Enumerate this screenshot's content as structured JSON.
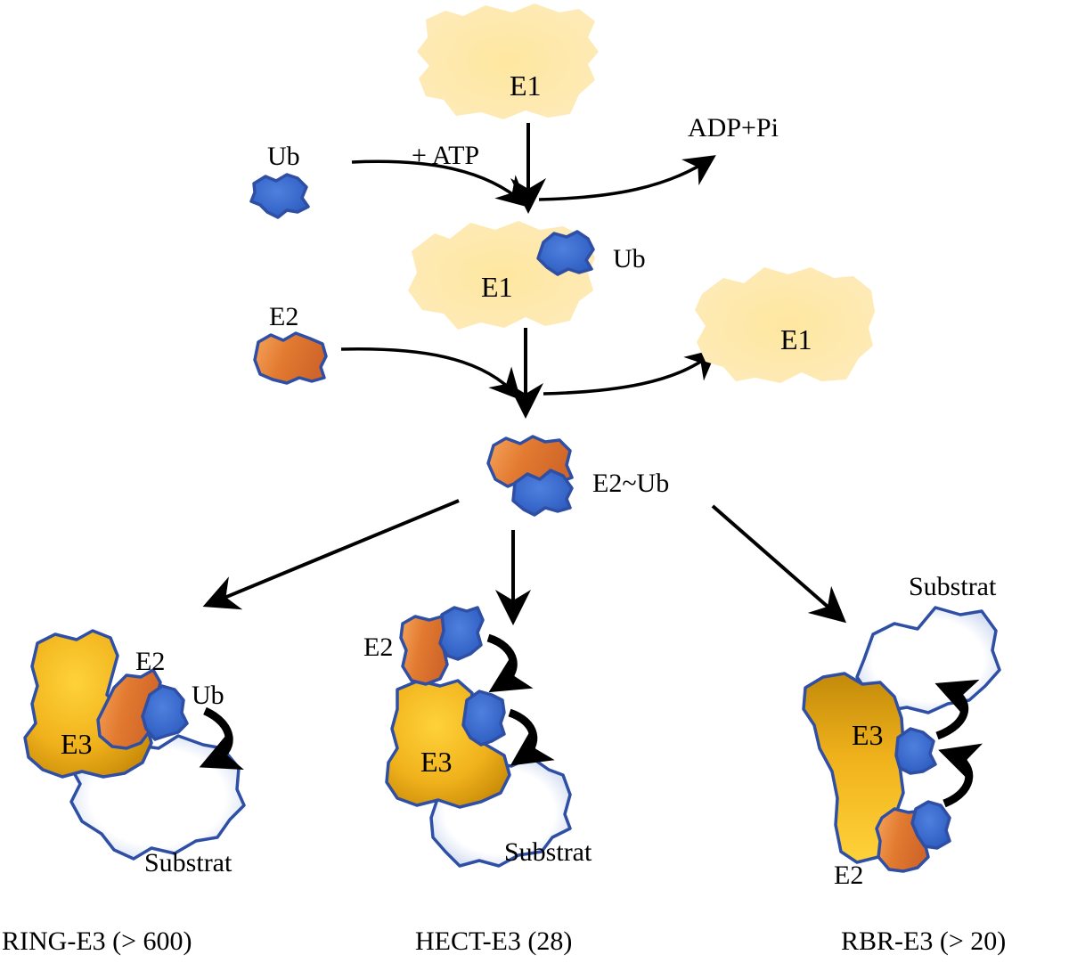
{
  "labels": {
    "e1_top": "E1",
    "ub_free": "Ub",
    "plus_atp": "+ ATP",
    "adp_pi": "ADP+Pi",
    "e1_complex": "E1",
    "ub_complex": "Ub",
    "e2_free": "E2",
    "e1_released": "E1",
    "e2_ub": "E2~Ub",
    "ring_e2": "E2",
    "ring_ub": "Ub",
    "ring_e3": "E3",
    "ring_substrat": "Substrat",
    "hect_e2": "E2",
    "hect_e3": "E3",
    "hect_substrat": "Substrat",
    "rbr_substrat": "Substrat",
    "rbr_e3": "E3",
    "rbr_e2": "E2"
  },
  "families": {
    "ring": "RING-E3 (> 600)",
    "hect": "HECT-E3 (28)",
    "rbr": "RBR-E3 (> 20)"
  },
  "colors": {
    "e1": "#fde59a",
    "ub": "#3f6fd0",
    "e2": "#e27a30",
    "e3": "#f0b21c",
    "substrate_edge": "#c9d6ef",
    "outline": "#2f4fa5",
    "arrow": "#000000"
  }
}
